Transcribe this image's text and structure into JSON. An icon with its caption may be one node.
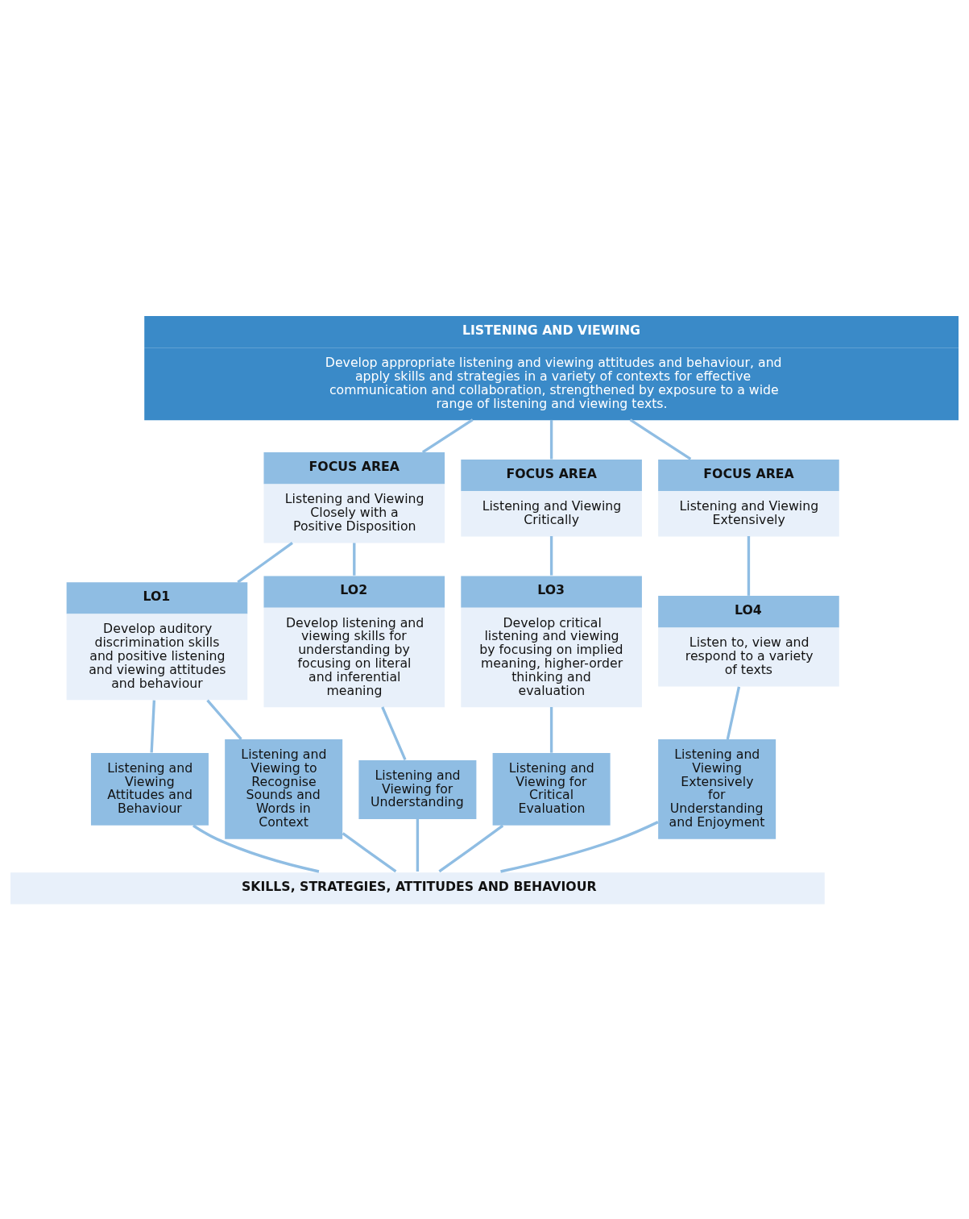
{
  "diagram": {
    "nodes": [
      {
        "text": [
          "LISTENING AND VIEWING",
          "Develop appropriate listening and viewing attitudes and behaviour, and apply skills and strategies in a variety of contexts for effective communication and collaboration, strengthened by exposure to a wide range of listening and viewing texts."
        ]
      },
      {
        "text": [
          "FOCUS AREA",
          "Listening and Viewing Closely with a Positive Disposition"
        ]
      },
      {
        "text": [
          "FOCUS AREA",
          "Listening and Viewing Critically"
        ]
      },
      {
        "text": [
          "FOCUS AREA",
          "Listening and Viewing Extensively"
        ]
      },
      {
        "text": [
          "LO1",
          "Develop auditory discrimination skills and positive listening and viewing attitudes and behaviour"
        ]
      },
      {
        "text": [
          "LO2",
          "Develop listening and viewing skills for understanding by focusing on literal and inferential meaning"
        ]
      },
      {
        "text": [
          "LO3",
          "Develop critical listening and viewing by focusing on implied meaning, higher-order thinking and evaluation"
        ]
      },
      {
        "text": [
          "LO4",
          "Listen to, view and respond to a variety of texts"
        ]
      },
      {
        "text": [
          "Listening and Viewing Attitudes and Behaviour"
        ]
      },
      {
        "text": [
          "Listening and Viewing to Recognise Sounds and Words in Context"
        ]
      },
      {
        "text": [
          "Listening and Viewing for Understanding"
        ]
      },
      {
        "text": [
          "Listening and Viewing for Critical Evaluation"
        ]
      },
      {
        "text": [
          "Listening and Viewing Extensively for Understanding and Enjoyment"
        ]
      },
      {
        "text": [
          "SKILLS, STRATEGIES, ATTITUDES AND BEHAVIOUR"
        ]
      }
    ],
    "edges": [
      {
        "from": 0,
        "to": 1,
        "arrow": "none"
      },
      {
        "from": 0,
        "to": 2,
        "arrow": "none"
      },
      {
        "from": 0,
        "to": 3,
        "arrow": "none"
      },
      {
        "from": 1,
        "to": 4,
        "arrow": "none"
      },
      {
        "from": 1,
        "to": 5,
        "arrow": "none"
      },
      {
        "from": 2,
        "to": 6,
        "arrow": "none"
      },
      {
        "from": 3,
        "to": 7,
        "arrow": "none"
      },
      {
        "from": 4,
        "to": 8,
        "arrow": "none"
      },
      {
        "from": 4,
        "to": 9,
        "arrow": "none"
      },
      {
        "from": 5,
        "to": 10,
        "arrow": "none"
      },
      {
        "from": 6,
        "to": 11,
        "arrow": "none"
      },
      {
        "from": 7,
        "to": 12,
        "arrow": "none"
      },
      {
        "from": 8,
        "to": 13,
        "arrow": "none"
      },
      {
        "from": 9,
        "to": 13,
        "arrow": "none"
      },
      {
        "from": 10,
        "to": 13,
        "arrow": "none"
      },
      {
        "from": 11,
        "to": 13,
        "arrow": "none"
      },
      {
        "from": 12,
        "to": 13,
        "arrow": "none"
      }
    ]
  }
}
